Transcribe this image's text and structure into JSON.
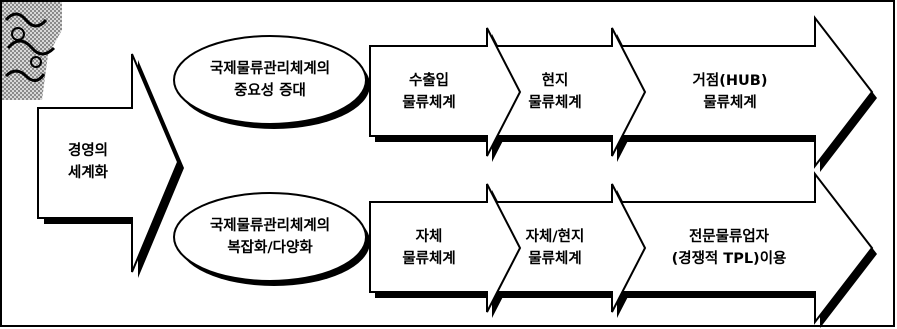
{
  "source": {
    "line1": "경영의",
    "line2": "세계화"
  },
  "drivers": [
    {
      "line1": "국제물류관리체계의",
      "line2": "중요성 증대"
    },
    {
      "line1": "국제물류관리체계의",
      "line2": "복잡화/다양화"
    }
  ],
  "rows": [
    {
      "stages": [
        {
          "line1": "수출입",
          "line2": "물류체계"
        },
        {
          "line1": "현지",
          "line2": "물류체계"
        },
        {
          "line1": "거점(HUB)",
          "line2": "물류체계"
        }
      ]
    },
    {
      "stages": [
        {
          "line1": "자체",
          "line2": "물류체계"
        },
        {
          "line1": "자체/현지",
          "line2": "물류체계"
        },
        {
          "line1": "전문물류업자",
          "line2": "(경쟁적 TPL)이용"
        }
      ]
    }
  ]
}
